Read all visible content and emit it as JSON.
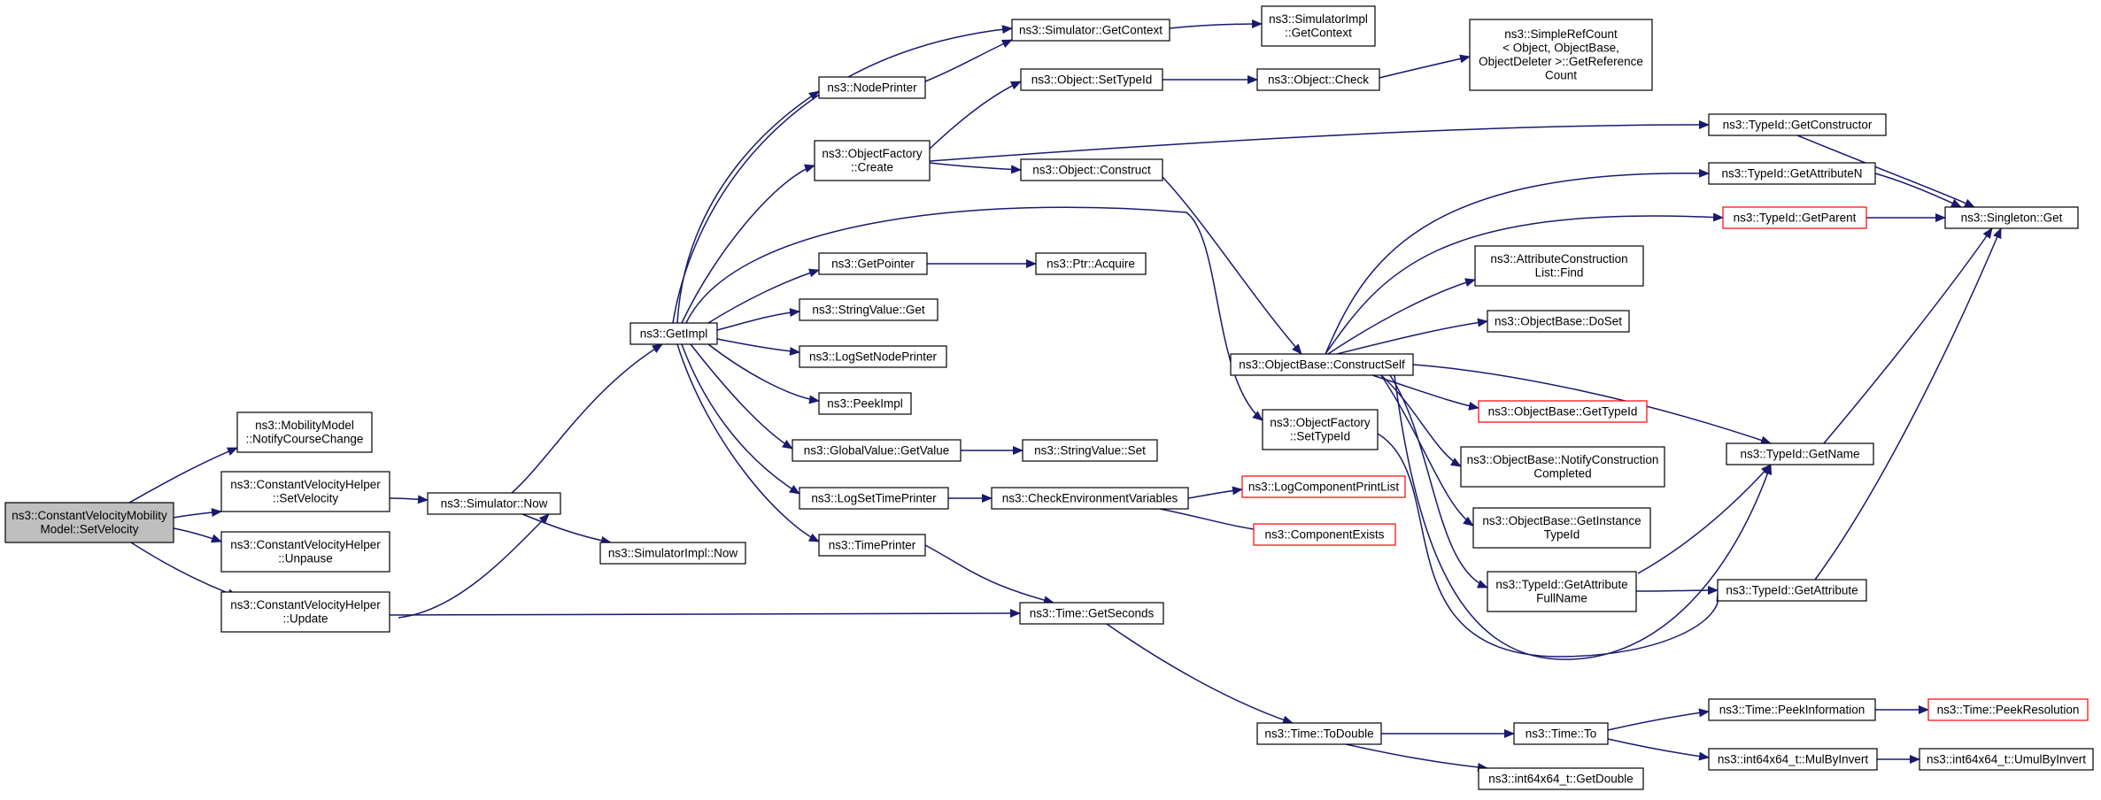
{
  "graph": {
    "nodes": [
      {
        "id": "root",
        "lines": [
          "ns3::ConstantVelocityMobility",
          "Model::SetVelocity"
        ],
        "root": true
      },
      {
        "id": "mm_notify",
        "lines": [
          "ns3::MobilityModel",
          "::NotifyCourseChange"
        ]
      },
      {
        "id": "cvh_setvel",
        "lines": [
          "ns3::ConstantVelocityHelper",
          "::SetVelocity"
        ]
      },
      {
        "id": "cvh_unpause",
        "lines": [
          "ns3::ConstantVelocityHelper",
          "::Unpause"
        ]
      },
      {
        "id": "cvh_update",
        "lines": [
          "ns3::ConstantVelocityHelper",
          "::Update"
        ]
      },
      {
        "id": "sim_now",
        "lines": [
          "ns3::Simulator::Now"
        ]
      },
      {
        "id": "simimpl_now",
        "lines": [
          "ns3::SimulatorImpl::Now"
        ]
      },
      {
        "id": "getimpl",
        "lines": [
          "ns3::GetImpl"
        ]
      },
      {
        "id": "sim_getctx",
        "lines": [
          "ns3::Simulator::GetContext"
        ]
      },
      {
        "id": "simimpl_getctx",
        "lines": [
          "ns3::SimulatorImpl",
          "::GetContext"
        ]
      },
      {
        "id": "nodeprinter",
        "lines": [
          "ns3::NodePrinter"
        ]
      },
      {
        "id": "obj_settypeid",
        "lines": [
          "ns3::Object::SetTypeId"
        ]
      },
      {
        "id": "obj_check",
        "lines": [
          "ns3::Object::Check"
        ]
      },
      {
        "id": "srefcount",
        "lines": [
          "ns3::SimpleRefCount",
          "< Object, ObjectBase,",
          "ObjectDeleter >::GetReference",
          "Count"
        ]
      },
      {
        "id": "objfactory_create",
        "lines": [
          "ns3::ObjectFactory",
          "::Create"
        ]
      },
      {
        "id": "obj_construct",
        "lines": [
          "ns3::Object::Construct"
        ]
      },
      {
        "id": "typeid_getctor",
        "lines": [
          "ns3::TypeId::GetConstructor"
        ]
      },
      {
        "id": "typeid_getattrn",
        "lines": [
          "ns3::TypeId::GetAttributeN"
        ]
      },
      {
        "id": "typeid_getparent",
        "lines": [
          "ns3::TypeId::GetParent"
        ],
        "missing": true
      },
      {
        "id": "singleton_get",
        "lines": [
          "ns3::Singleton::Get"
        ]
      },
      {
        "id": "getpointer",
        "lines": [
          "ns3::GetPointer"
        ]
      },
      {
        "id": "ptr_acquire",
        "lines": [
          "ns3::Ptr::Acquire"
        ]
      },
      {
        "id": "strval_get",
        "lines": [
          "ns3::StringValue::Get"
        ]
      },
      {
        "id": "logsetnodeprinter",
        "lines": [
          "ns3::LogSetNodePrinter"
        ]
      },
      {
        "id": "peekimpl",
        "lines": [
          "ns3::PeekImpl"
        ]
      },
      {
        "id": "gv_getvalue",
        "lines": [
          "ns3::GlobalValue::GetValue"
        ]
      },
      {
        "id": "strval_set",
        "lines": [
          "ns3::StringValue::Set"
        ]
      },
      {
        "id": "logsettimeprinter",
        "lines": [
          "ns3::LogSetTimePrinter"
        ]
      },
      {
        "id": "checkenv",
        "lines": [
          "ns3::CheckEnvironmentVariables"
        ]
      },
      {
        "id": "logcompprintlist",
        "lines": [
          "ns3::LogComponentPrintList"
        ],
        "missing": true
      },
      {
        "id": "compexists",
        "lines": [
          "ns3::ComponentExists"
        ],
        "missing": true
      },
      {
        "id": "timeprinter",
        "lines": [
          "ns3::TimePrinter"
        ]
      },
      {
        "id": "time_getseconds",
        "lines": [
          "ns3::Time::GetSeconds"
        ]
      },
      {
        "id": "attrconst_find",
        "lines": [
          "ns3::AttributeConstruction",
          "List::Find"
        ]
      },
      {
        "id": "objbase_doset",
        "lines": [
          "ns3::ObjectBase::DoSet"
        ]
      },
      {
        "id": "objbase_constructself",
        "lines": [
          "ns3::ObjectBase::ConstructSelf"
        ]
      },
      {
        "id": "objbase_gettypeid",
        "lines": [
          "ns3::ObjectBase::GetTypeId"
        ],
        "missing": true
      },
      {
        "id": "objbase_notify",
        "lines": [
          "ns3::ObjectBase::NotifyConstruction",
          "Completed"
        ]
      },
      {
        "id": "objbase_getinst",
        "lines": [
          "ns3::ObjectBase::GetInstance",
          "TypeId"
        ]
      },
      {
        "id": "typeid_getattrfull",
        "lines": [
          "ns3::TypeId::GetAttribute",
          "FullName"
        ]
      },
      {
        "id": "typeid_getattr",
        "lines": [
          "ns3::TypeId::GetAttribute"
        ]
      },
      {
        "id": "typeid_getname",
        "lines": [
          "ns3::TypeId::GetName"
        ]
      },
      {
        "id": "objfactory_settypeid",
        "lines": [
          "ns3::ObjectFactory",
          "::SetTypeId"
        ]
      },
      {
        "id": "time_todouble",
        "lines": [
          "ns3::Time::ToDouble"
        ]
      },
      {
        "id": "time_to",
        "lines": [
          "ns3::Time::To"
        ]
      },
      {
        "id": "i64_getdouble",
        "lines": [
          "ns3::int64x64_t::GetDouble"
        ]
      },
      {
        "id": "time_peekinfo",
        "lines": [
          "ns3::Time::PeekInformation"
        ]
      },
      {
        "id": "time_peekres",
        "lines": [
          "ns3::Time::PeekResolution"
        ],
        "missing": true
      },
      {
        "id": "i64_mulbyinvert",
        "lines": [
          "ns3::int64x64_t::MulByInvert"
        ]
      },
      {
        "id": "i64_umulbyinvert",
        "lines": [
          "ns3::int64x64_t::UmulByInvert"
        ]
      }
    ]
  }
}
